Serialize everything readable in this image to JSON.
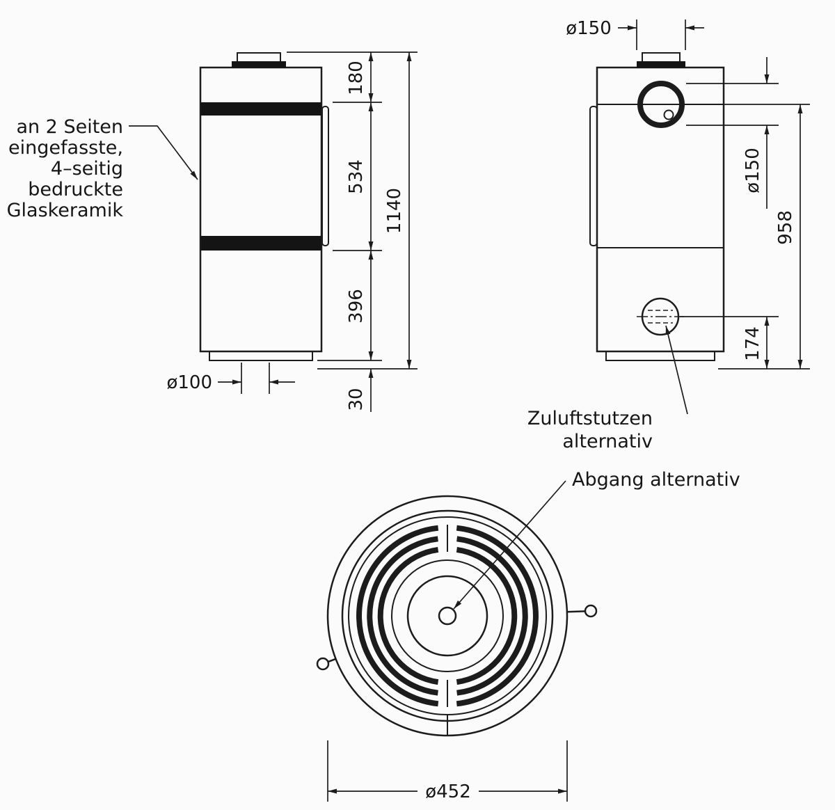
{
  "notes": {
    "glass": [
      "an 2 Seiten",
      "eingefasste,",
      "4–seitig",
      "bedruckte",
      "Glaskeramik"
    ],
    "zuluft": [
      "Zuluftstutzen",
      "alternativ"
    ],
    "abgang": "Abgang alternativ"
  },
  "dims": {
    "front": {
      "top_section": "180",
      "glass_section": "534",
      "lower_section": "396",
      "floor_gap": "30",
      "total_height": "1140",
      "base_outlet": "ø100"
    },
    "side": {
      "top_flue": "ø150",
      "rear_flue": "ø150",
      "flue_center_height": "958",
      "inlet_center_height": "174"
    },
    "top": {
      "outer_diameter": "ø452"
    }
  },
  "colors": {
    "line": "#1c1c1c",
    "fill_dark": "#141414",
    "background": "#fbfbfb"
  }
}
